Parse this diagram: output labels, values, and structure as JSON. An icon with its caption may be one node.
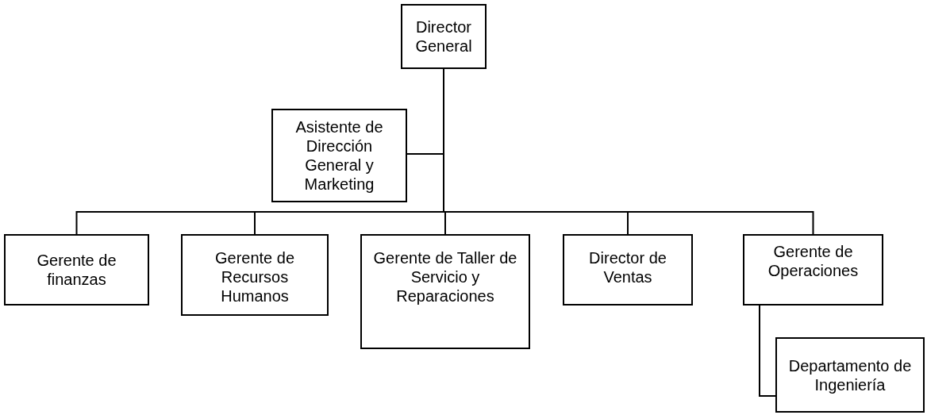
{
  "diagram": {
    "nodes": [
      {
        "text": [
          "Director General"
        ]
      },
      {
        "text": [
          "Asistente de Dirección General y Marketing"
        ]
      },
      {
        "text": [
          "Gerente de finanzas"
        ]
      },
      {
        "text": [
          "Gerente de Recursos Humanos"
        ]
      },
      {
        "text": [
          "Gerente de Taller de Servicio y Reparaciones"
        ]
      },
      {
        "text": [
          "Director de Ventas"
        ]
      },
      {
        "text": [
          "Gerente de Operaciones"
        ]
      },
      {
        "text": [
          "Departamento de Ingeniería"
        ]
      }
    ],
    "edges": [
      {
        "from": 0,
        "to": 1,
        "arrow": "none"
      },
      {
        "from": 0,
        "to": 2,
        "arrow": "none"
      },
      {
        "from": 0,
        "to": 3,
        "arrow": "none"
      },
      {
        "from": 0,
        "to": 4,
        "arrow": "none"
      },
      {
        "from": 0,
        "to": 5,
        "arrow": "none"
      },
      {
        "from": 0,
        "to": 6,
        "arrow": "none"
      },
      {
        "from": 6,
        "to": 7,
        "arrow": "none"
      }
    ]
  }
}
